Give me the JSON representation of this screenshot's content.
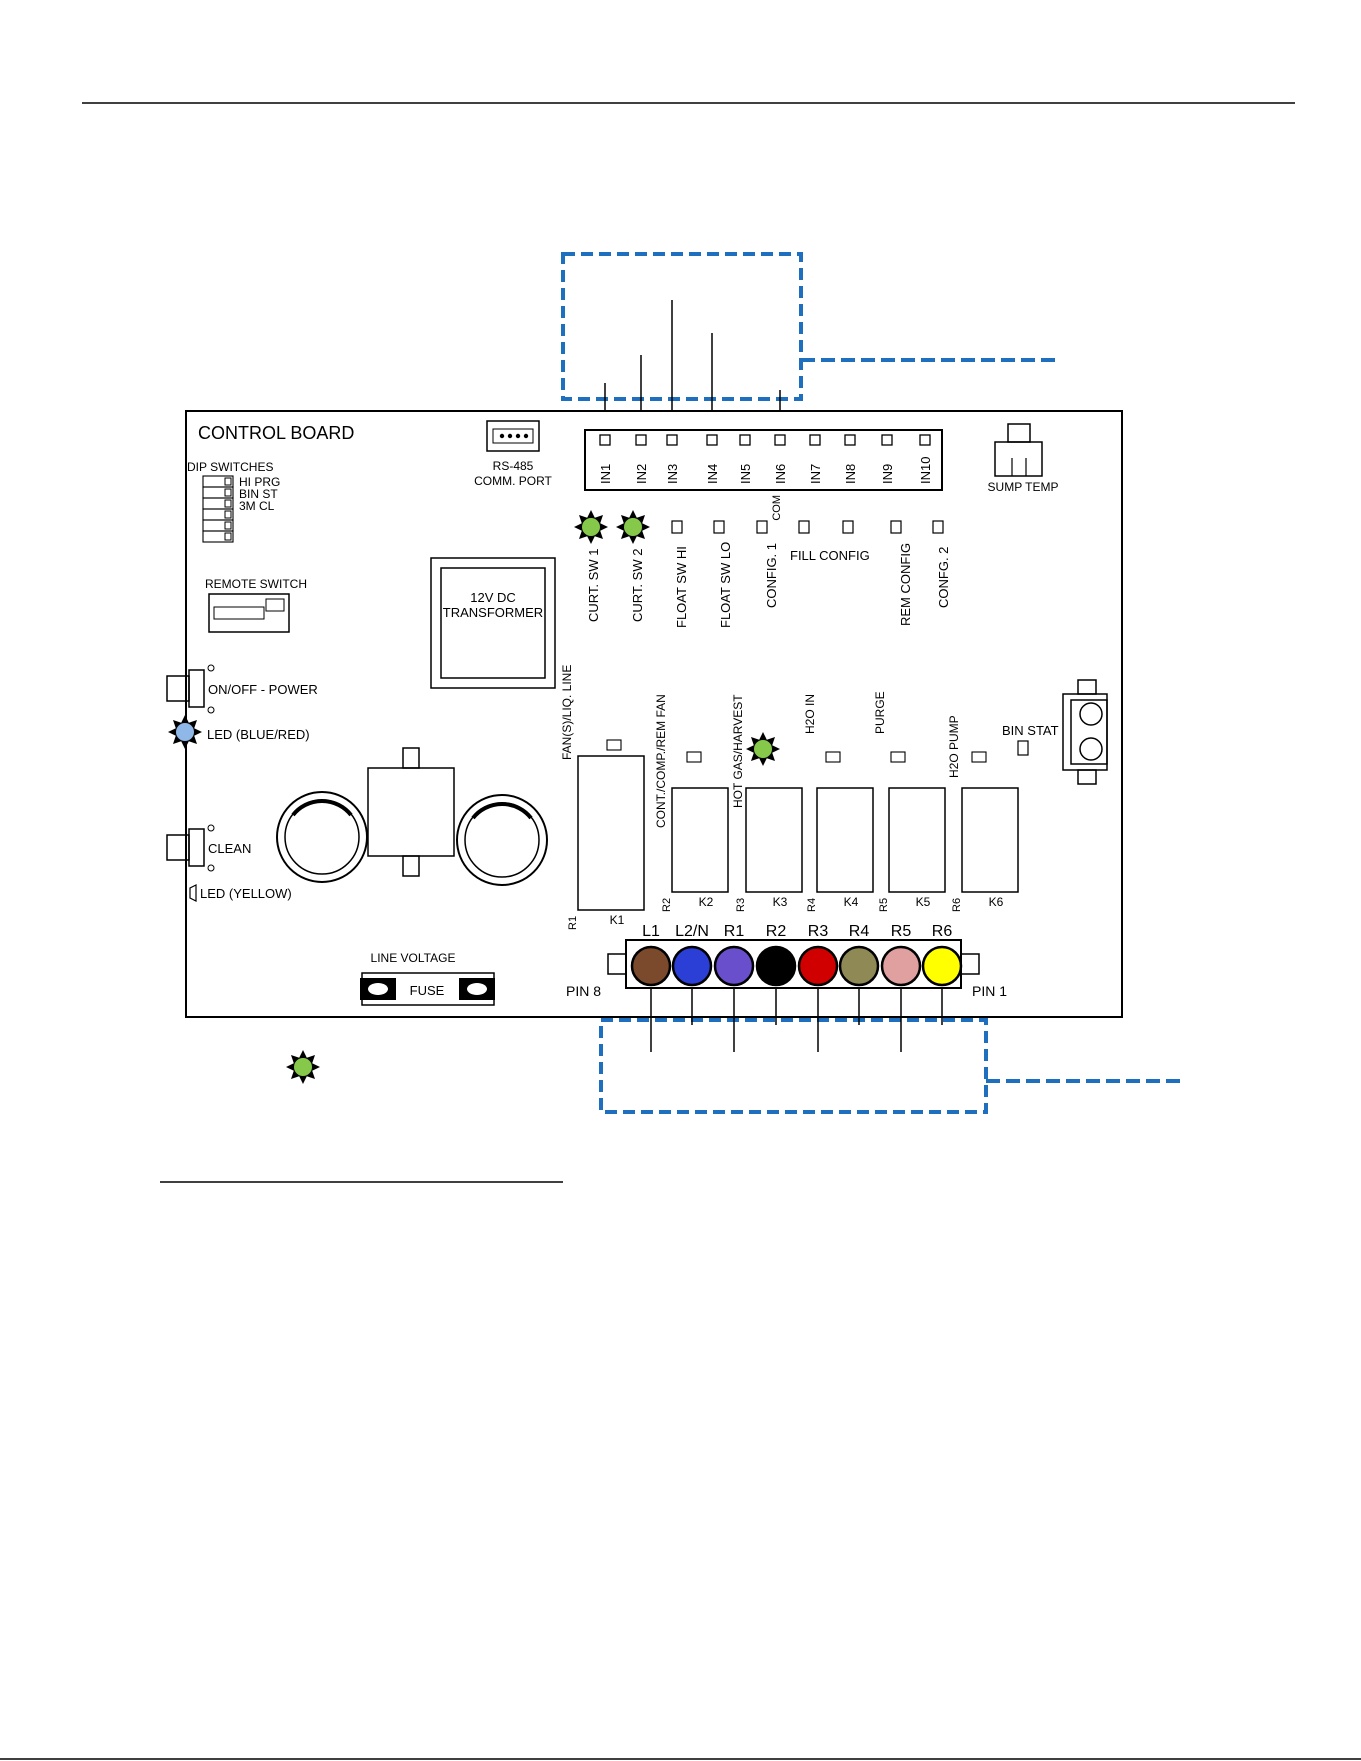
{
  "board": {
    "title": "CONTROL  BOARD",
    "rs485": {
      "line1": "RS-485",
      "line2": "COMM. PORT"
    },
    "sump_temp": "SUMP TEMP",
    "dip": {
      "title": "DIP SWITCHES",
      "items": [
        "HI PRG",
        "BIN ST",
        "3M CL"
      ]
    },
    "remote_switch": "REMOTE SWITCH",
    "transformer": {
      "line1": "12V DC",
      "line2": "TRANSFORMER"
    },
    "power_label": "ON/OFF - POWER",
    "power_led": "LED (BLUE/RED)",
    "clean_label": "CLEAN",
    "clean_led": "LED (YELLOW)",
    "line_voltage": "LINE VOLTAGE",
    "fuse": "FUSE",
    "bin_stat": "BIN STAT",
    "pin8": "PIN 8",
    "pin1": "PIN 1",
    "com": "COM"
  },
  "inputs": [
    "IN1",
    "IN2",
    "IN3",
    "IN4",
    "IN5",
    "IN6",
    "IN7",
    "IN8",
    "IN9",
    "IN10"
  ],
  "input_functions": [
    "CURT. SW 1",
    "CURT. SW 2",
    "FLOAT SW HI",
    "FLOAT SW LO",
    "CONFIG. 1",
    "FILL CONFIG",
    "REM CONFIG",
    "CONFG. 2"
  ],
  "relay_functions": [
    "FAN(S)/LIQ. LINE",
    "CONT./COMP./REM FAN",
    "HOT GAS/HARVEST",
    "H2O IN",
    "PURGE",
    "H2O PUMP"
  ],
  "relays": [
    {
      "r": "R1",
      "k": "K1"
    },
    {
      "r": "R2",
      "k": "K2"
    },
    {
      "r": "R3",
      "k": "K3"
    },
    {
      "r": "R4",
      "k": "K4"
    },
    {
      "r": "R5",
      "k": "K5"
    },
    {
      "r": "R6",
      "k": "K6"
    }
  ],
  "pins": [
    {
      "label": "L1",
      "color": "#7b4a2c"
    },
    {
      "label": "L2/N",
      "color": "#2b3fd6"
    },
    {
      "label": "R1",
      "color": "#6a4fcc"
    },
    {
      "label": "R2",
      "color": "#000000"
    },
    {
      "label": "R3",
      "color": "#d10000"
    },
    {
      "label": "R4",
      "color": "#8f8a55"
    },
    {
      "label": "R5",
      "color": "#e0a0a0"
    },
    {
      "label": "R6",
      "color": "#ffff00"
    }
  ],
  "colors": {
    "callout_blue": "#1f6fbf",
    "led_green": "#86c94a",
    "led_blue": "#8fb8e8"
  }
}
